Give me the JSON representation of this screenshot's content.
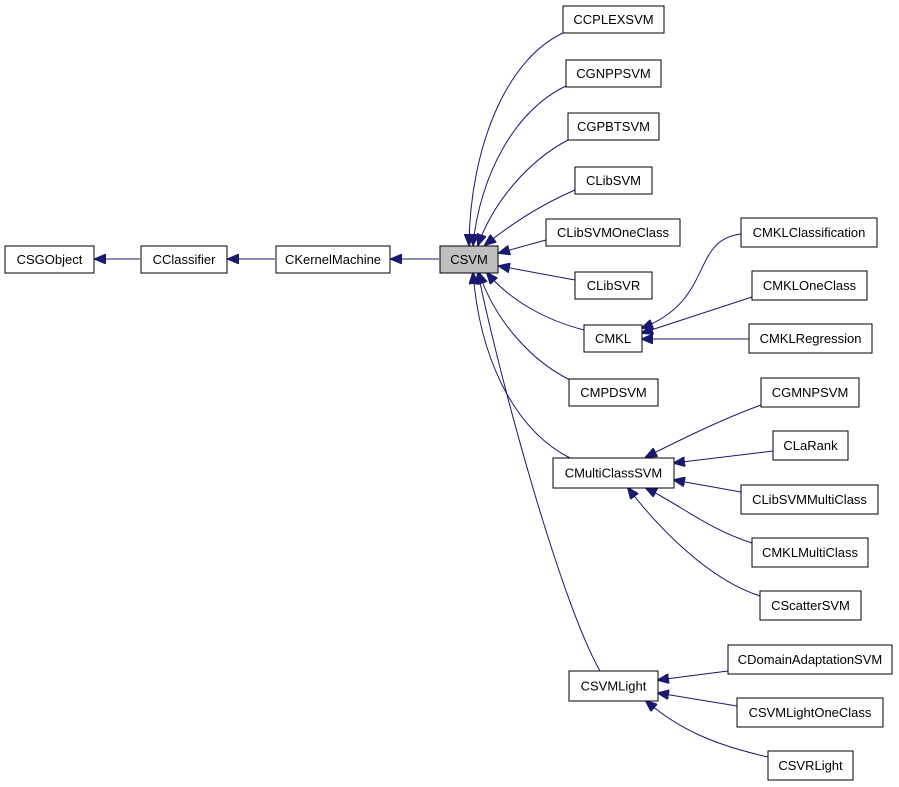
{
  "diagram": {
    "colors": {
      "edge": "#191970",
      "highlight": "#bfbfbf",
      "node_border": "#000000"
    },
    "nodes": {
      "csgobject": "CSGObject",
      "cclassifier": "CClassifier",
      "ckernelmachine": "CKernelMachine",
      "csvm": "CSVM",
      "ccplexsvm": "CCPLEXSVM",
      "cgnppsvm": "CGNPPSVM",
      "cgpbtsvm": "CGPBTSVM",
      "clibsvm": "CLibSVM",
      "clibsvmoneclass": "CLibSVMOneClass",
      "clibsvr": "CLibSVR",
      "cmkl": "CMKL",
      "cmpdsvm": "CMPDSVM",
      "cmulticlasssvm": "CMultiClassSVM",
      "csvmlight": "CSVMLight",
      "cmklclassification": "CMKLClassification",
      "cmkloneclass": "CMKLOneClass",
      "cmklregression": "CMKLRegression",
      "cgmnpsvm": "CGMNPSVM",
      "clarank": "CLaRank",
      "clibsvmmulticlass": "CLibSVMMultiClass",
      "cmklmulticlass": "CMKLMultiClass",
      "cscattersvm": "CScatterSVM",
      "cdomainadaptationsvm": "CDomainAdaptationSVM",
      "csvmlightoneclass": "CSVMLightOneClass",
      "csvrlight": "CSVRLight"
    },
    "edges": [
      {
        "from": "cclassifier",
        "to": "csgobject"
      },
      {
        "from": "ckernelmachine",
        "to": "cclassifier"
      },
      {
        "from": "csvm",
        "to": "ckernelmachine"
      },
      {
        "from": "ccplexsvm",
        "to": "csvm"
      },
      {
        "from": "cgnppsvm",
        "to": "csvm"
      },
      {
        "from": "cgpbtsvm",
        "to": "csvm"
      },
      {
        "from": "clibsvm",
        "to": "csvm"
      },
      {
        "from": "clibsvmoneclass",
        "to": "csvm"
      },
      {
        "from": "clibsvr",
        "to": "csvm"
      },
      {
        "from": "cmkl",
        "to": "csvm"
      },
      {
        "from": "cmpdsvm",
        "to": "csvm"
      },
      {
        "from": "cmulticlasssvm",
        "to": "csvm"
      },
      {
        "from": "csvmlight",
        "to": "csvm"
      },
      {
        "from": "cmklclassification",
        "to": "cmkl"
      },
      {
        "from": "cmkloneclass",
        "to": "cmkl"
      },
      {
        "from": "cmklregression",
        "to": "cmkl"
      },
      {
        "from": "cgmnpsvm",
        "to": "cmulticlasssvm"
      },
      {
        "from": "clarank",
        "to": "cmulticlasssvm"
      },
      {
        "from": "clibsvmmulticlass",
        "to": "cmulticlasssvm"
      },
      {
        "from": "cmklmulticlass",
        "to": "cmulticlasssvm"
      },
      {
        "from": "cscattersvm",
        "to": "cmulticlasssvm"
      },
      {
        "from": "cdomainadaptationsvm",
        "to": "csvmlight"
      },
      {
        "from": "csvmlightoneclass",
        "to": "csvmlight"
      },
      {
        "from": "csvrlight",
        "to": "csvmlight"
      }
    ]
  }
}
